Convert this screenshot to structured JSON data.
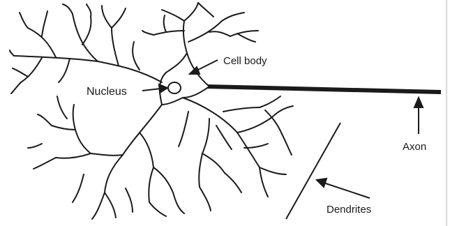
{
  "diagram": {
    "labels": {
      "cell_body": "Cell body",
      "nucleus": "Nucleus",
      "axon": "Axon",
      "dendrites": "Dendrites"
    }
  },
  "colors": {
    "line": "#1a1a1a",
    "background": "#ffffff"
  }
}
